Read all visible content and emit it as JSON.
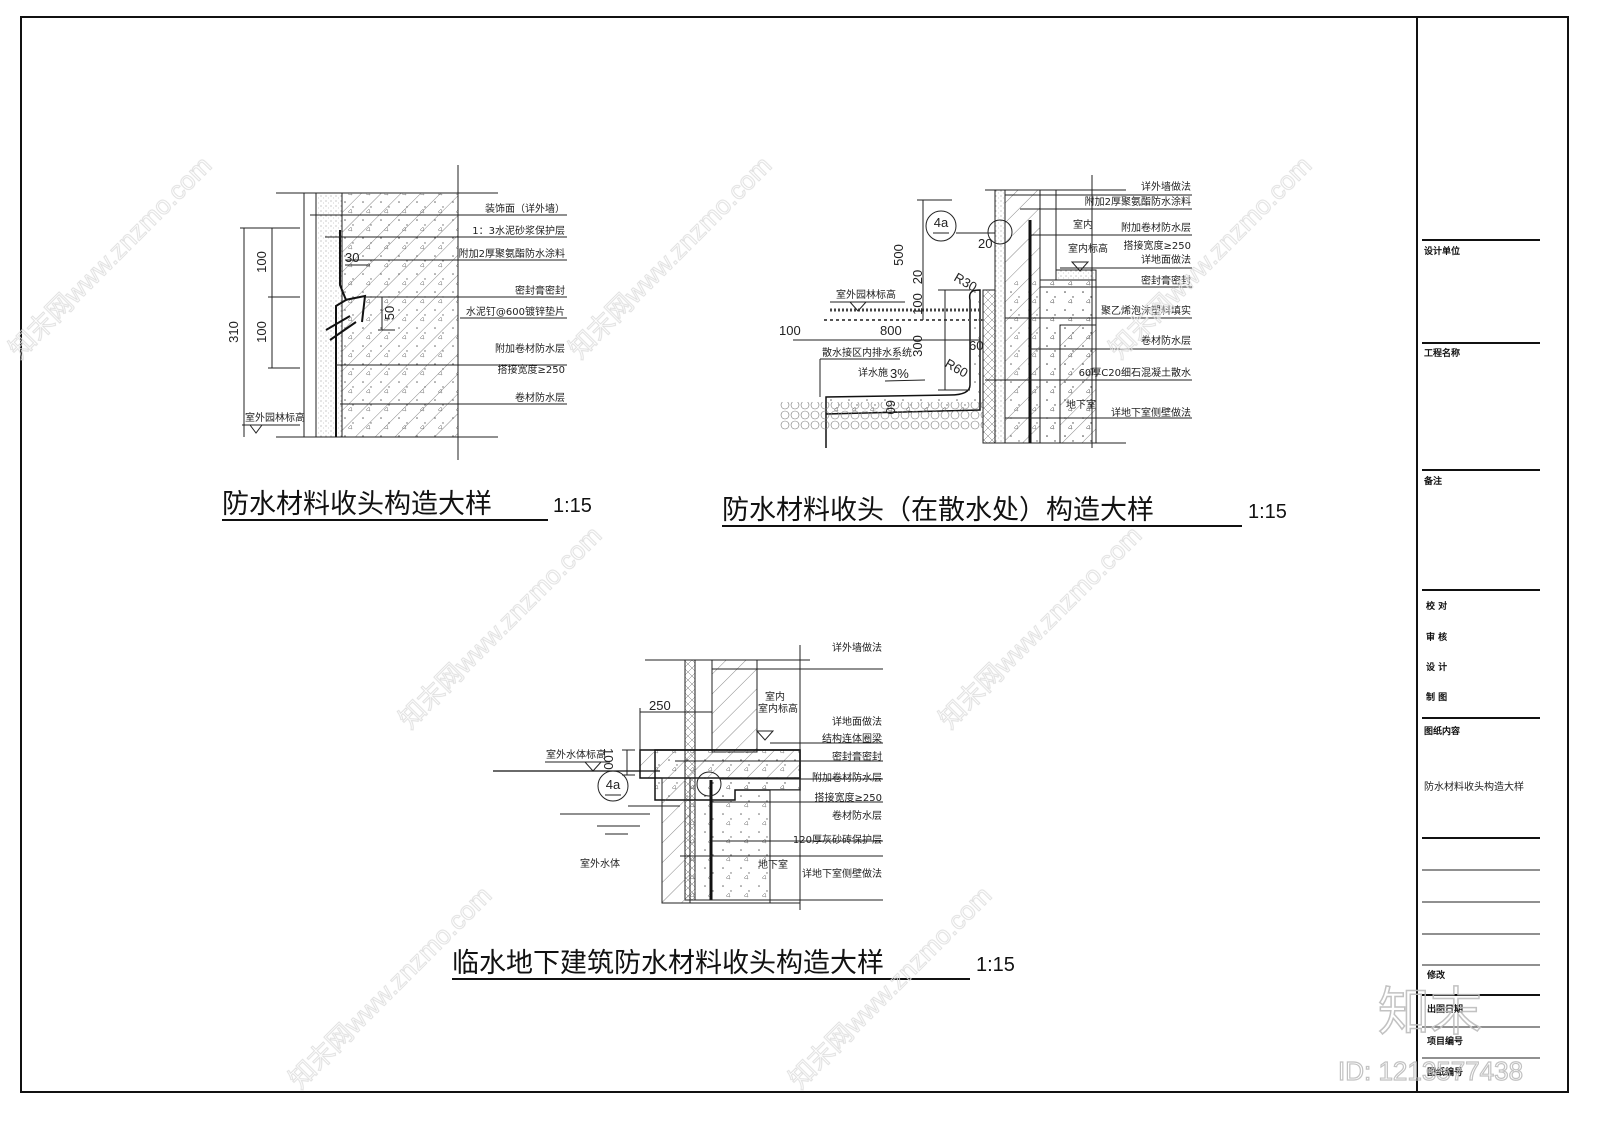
{
  "detail1": {
    "title": "防水材料收头构造大样",
    "scale": "1:15",
    "labels": [
      "装饰面（详外墙）",
      "1：3水泥砂浆保护层",
      "附加2厚聚氨酯防水涂料",
      "密封膏密封",
      "水泥钉@600镀锌垫片",
      "附加卷材防水层",
      "搭接宽度≥250",
      "卷材防水层"
    ],
    "level": "室外园林标高",
    "dims": {
      "total": "310",
      "upper": "100",
      "lower": "100",
      "gap": "30",
      "step": "50"
    }
  },
  "detail2": {
    "title": "防水材料收头（在散水处）构造大样",
    "scale": "1:15",
    "labels": [
      "详外墙做法",
      "附加2厚聚氨酯防水涂料",
      "附加卷材防水层",
      "搭接宽度≥250",
      "详地面做法",
      "密封膏密封",
      "聚乙烯泡沫塑料填实",
      "卷材防水层",
      "60厚C20细石混凝土散水",
      "详地下室侧壁做法"
    ],
    "rooms": {
      "indoor": "室内",
      "indoor_level": "室内标高",
      "basement": "地下室"
    },
    "level": "室外园林标高",
    "drain": "散水接区内排水系统",
    "slope_ref": "详水施",
    "slope": "3%",
    "callout": "4a",
    "dims": {
      "h500": "500",
      "h20": "20",
      "h100": "100",
      "h300": "300",
      "w100": "100",
      "w800": "800",
      "t60": "60",
      "t60b": "60",
      "g20": "20",
      "r30": "R30",
      "r60": "R60"
    }
  },
  "detail3": {
    "title": "临水地下建筑防水材料收头构造大样",
    "scale": "1:15",
    "labels": [
      "详外墙做法",
      "详地面做法",
      "结构连体圈梁",
      "密封膏密封",
      "附加卷材防水层",
      "搭接宽度≥250",
      "卷材防水层",
      "120厚灰砂砖保护层",
      "详地下室侧壁做法"
    ],
    "rooms": {
      "indoor": "室内",
      "indoor_level": "室内标高",
      "basement": "地下室",
      "water": "室外水体"
    },
    "level": "室外水体标高",
    "callout": "4a",
    "dims": {
      "w250": "250",
      "h100": "100"
    }
  },
  "title_block": {
    "design_unit": "设计单位",
    "project_name": "工程名称",
    "remarks": "备注",
    "check": "校 对",
    "review": "审 核",
    "design": "设 计",
    "draw": "制 图",
    "content_label": "图纸内容",
    "content": "防水材料收头构造大样",
    "revision": "修改",
    "date": "出图日期",
    "project_no": "项目编号",
    "drawing_no": "图纸编号"
  },
  "watermark": {
    "brand": "知末",
    "id": "ID: 1213577438",
    "site": "知末网www.znzmo.com"
  }
}
